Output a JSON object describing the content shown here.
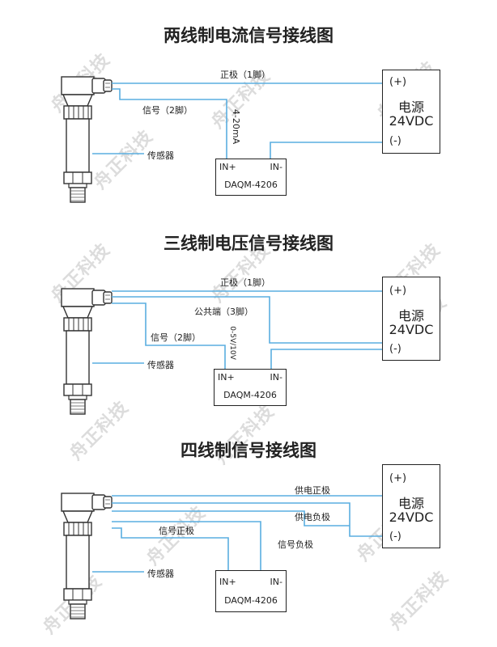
{
  "watermark": "舟正科技",
  "colors": {
    "wire": "#5aaee0",
    "line": "#222222",
    "watermark": "#dcdcdc"
  },
  "diagram_two_wire": {
    "title": "两线制电流信号接线图",
    "labels": {
      "positive": "正极（1脚）",
      "signal": "信号（2脚）",
      "sensor": "传感器",
      "range": "4-20mA"
    },
    "module": {
      "in_plus": "IN+",
      "in_minus": "IN-",
      "name": "DAQM-4206"
    },
    "power": {
      "plus": "(+)",
      "name": "电源",
      "voltage": "24VDC",
      "minus": "(-)"
    }
  },
  "diagram_three_wire": {
    "title": "三线制电压信号接线图",
    "labels": {
      "positive": "正极（1脚）",
      "common": "公共端（3脚）",
      "signal": "信号（2脚）",
      "sensor": "传感器",
      "range": "0-5V/10V"
    },
    "module": {
      "in_plus": "IN+",
      "in_minus": "IN-",
      "name": "DAQM-4206"
    },
    "power": {
      "plus": "(+)",
      "name": "电源",
      "voltage": "24VDC",
      "minus": "(-)"
    }
  },
  "diagram_four_wire": {
    "title": "四线制信号接线图",
    "labels": {
      "supply_pos": "供电正极",
      "supply_neg": "供电负极",
      "signal_pos": "信号正极",
      "signal_neg": "信号负极",
      "sensor": "传感器"
    },
    "module": {
      "in_plus": "IN+",
      "in_minus": "IN-",
      "name": "DAQM-4206"
    },
    "power": {
      "plus": "(+)",
      "name": "电源",
      "voltage": "24VDC",
      "minus": "(-)"
    }
  }
}
